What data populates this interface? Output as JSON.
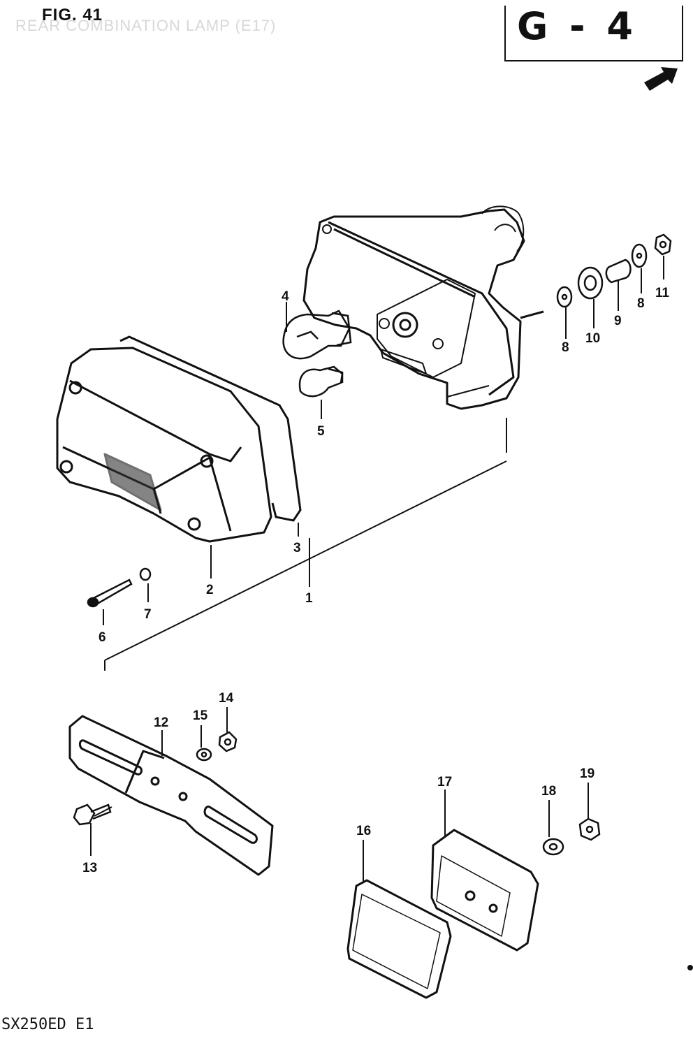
{
  "header": {
    "figure": "FIG. 41",
    "title": "REAR COMBINATION LAMP (E17)",
    "section_code": "G - 4"
  },
  "footer": {
    "model": "SX250ED E1"
  },
  "callouts": [
    "1",
    "2",
    "3",
    "4",
    "5",
    "6",
    "7",
    "8",
    "8",
    "9",
    "10",
    "11",
    "12",
    "13",
    "14",
    "15",
    "16",
    "17",
    "18",
    "19"
  ]
}
